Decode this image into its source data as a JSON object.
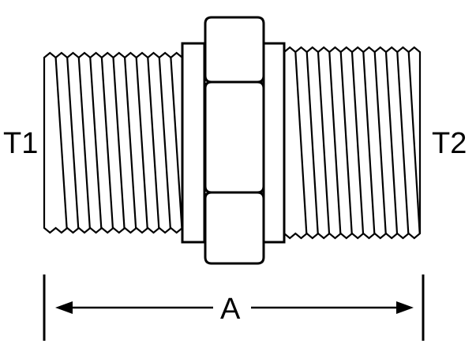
{
  "labels": {
    "thread_left": "T1",
    "thread_right": "T2",
    "length": "A"
  }
}
